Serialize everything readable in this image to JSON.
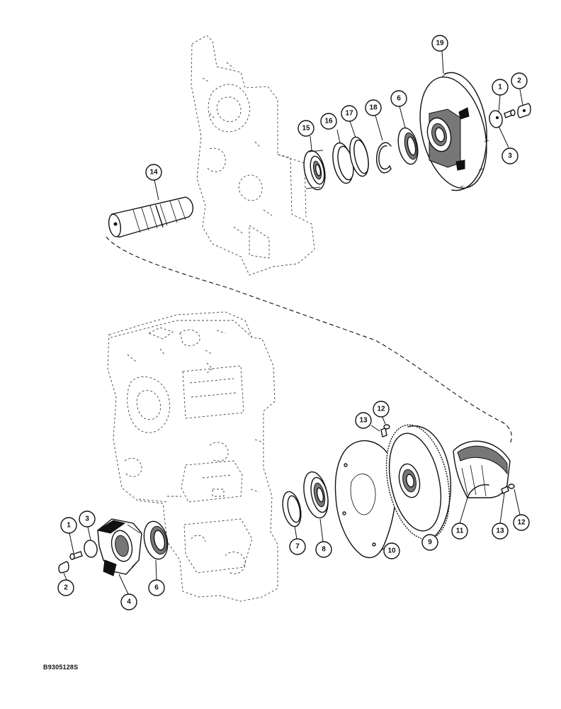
{
  "diagram": {
    "reference_code": "B9305128S",
    "callouts": [
      "19",
      "1",
      "2",
      "3",
      "15",
      "16",
      "17",
      "18",
      "6",
      "14",
      "12",
      "13",
      "11",
      "13",
      "12",
      "9",
      "10",
      "8",
      "7",
      "1",
      "3",
      "2",
      "4",
      "6"
    ]
  }
}
